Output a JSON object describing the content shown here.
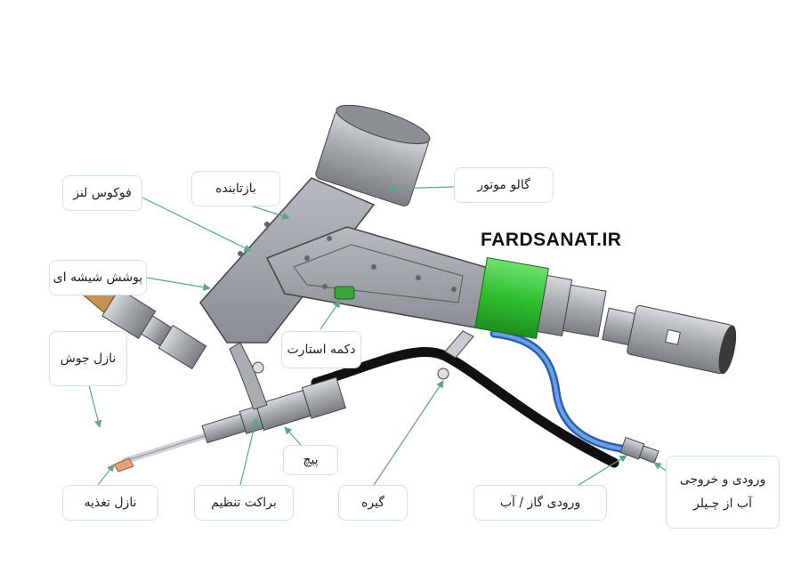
{
  "brand": "FARDSANAT.IR",
  "labels": {
    "focus_lens": "فوکوس لنز",
    "collimator": "بازتابنده",
    "galvo_motor": "گالو موتور",
    "protective_glass": "پوشش شیشه ای",
    "welding_nozzle": "نازل جوش",
    "start_button": "دکمه استارت",
    "screw": "پیچ",
    "feed_nozzle": "نازل تغذیه",
    "adjust_bracket": "براکت تنظیم",
    "clamp": "گیره",
    "gas_water_inlet": "ورودی گاز / آب",
    "chiller_line1": "ورودی و خروجی",
    "chiller_line2": "آب از چـیلر"
  },
  "colors": {
    "body": "#9a9ea3",
    "body_dark": "#6f7378",
    "collar_green": "#33c233",
    "blue_hose": "#3f7fd6",
    "black_cable": "#111111",
    "nozzle_copper": "#b8864a",
    "leader": "#5aa58f"
  }
}
